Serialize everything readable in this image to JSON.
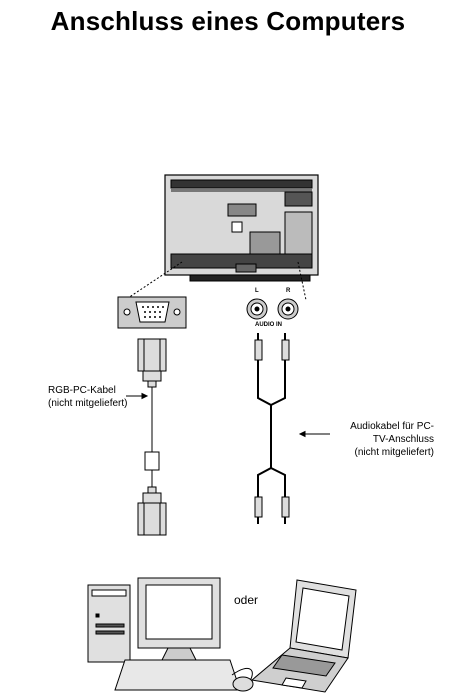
{
  "title": "Anschluss eines Computers",
  "tv_ports": {
    "left": "L",
    "right": "R",
    "audio_in": "AUDIO IN"
  },
  "cables": {
    "rgb_line1": "RGB-PC-Kabel",
    "rgb_line2": "(nicht mitgeliefert)",
    "audio_line1": "Audiokabel für PC-",
    "audio_line2": "TV-Anschluss",
    "audio_line3": "(nicht mitgeliefert)"
  },
  "computers": {
    "or_label": "oder"
  }
}
